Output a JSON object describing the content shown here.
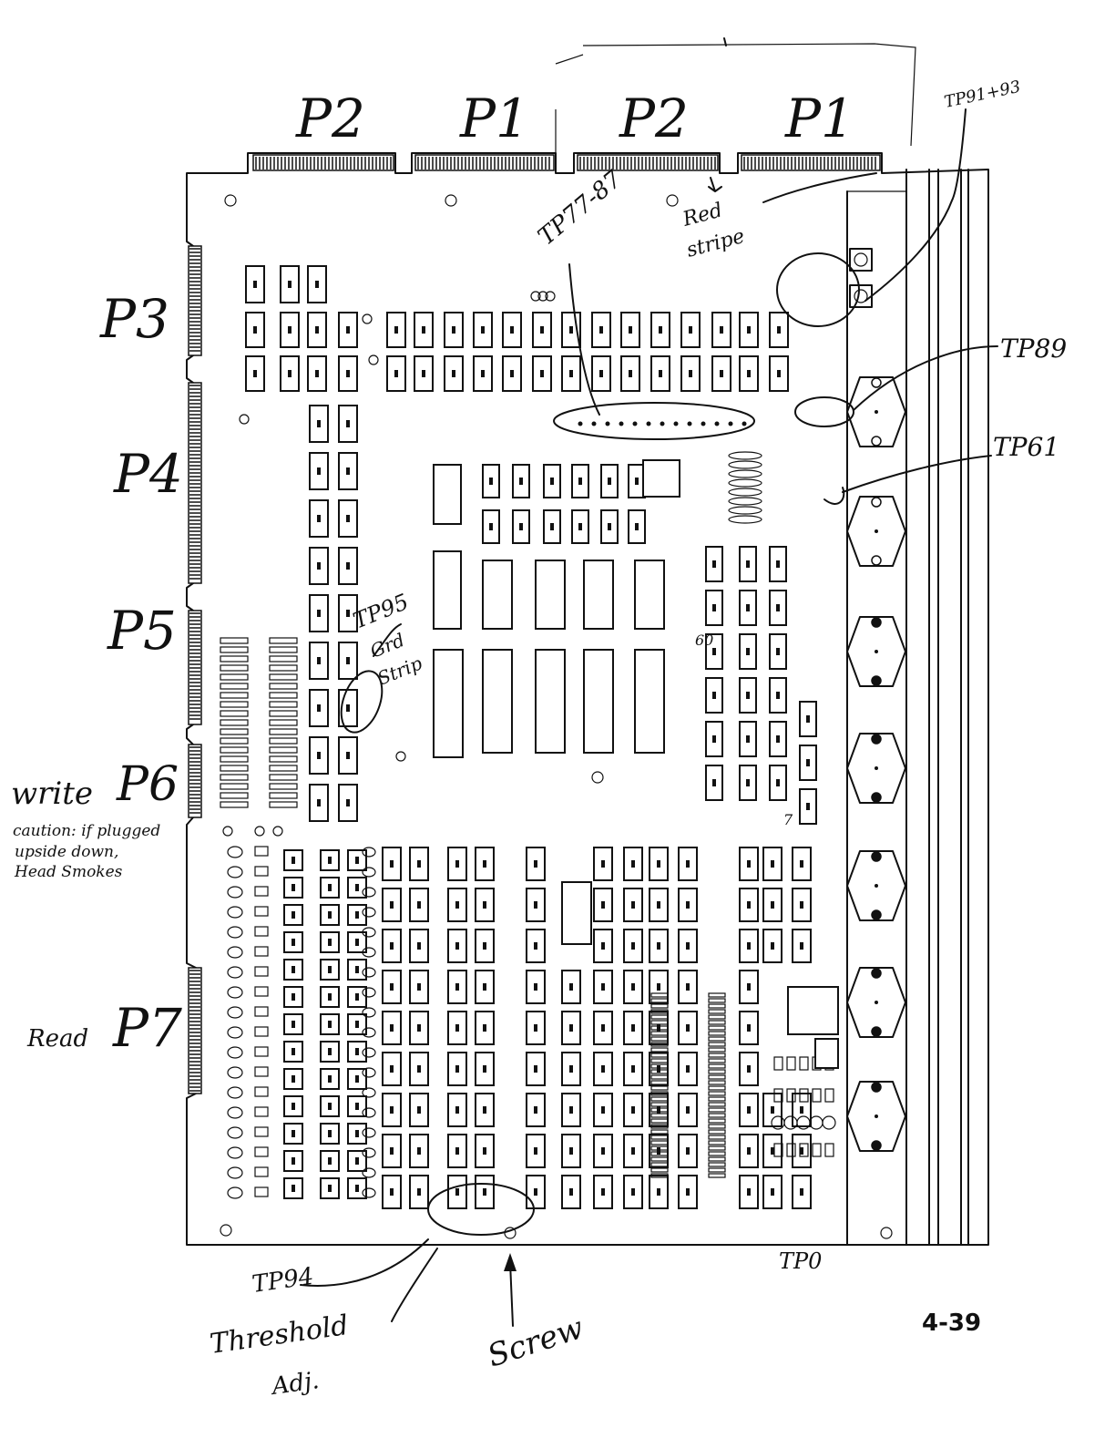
{
  "connectors": {
    "top": [
      "P2",
      "P1",
      "P2",
      "P1"
    ],
    "left": [
      "P3",
      "P4",
      "P5",
      "P6",
      "P7"
    ]
  },
  "callouts": {
    "tp91_93": "TP91+93",
    "tp77_87": "TP77-87",
    "red_stripe_1": "Red",
    "red_stripe_2": "stripe",
    "tp89": "TP89",
    "tp61": "TP61",
    "tp95": "TP95",
    "gnd_strip_1": "Grd",
    "gnd_strip_2": "Strip",
    "write": "write",
    "caution_1": "caution: if plugged",
    "caution_2": "upside down,",
    "caution_3": "Head Smokes",
    "read": "Read",
    "tp94": "TP94",
    "threshold_1": "Threshold",
    "threshold_2": "Adj.",
    "screw": "Screw",
    "tp0": "TP0",
    "sixty": "60",
    "seven": "7"
  },
  "page_number": "4-39"
}
